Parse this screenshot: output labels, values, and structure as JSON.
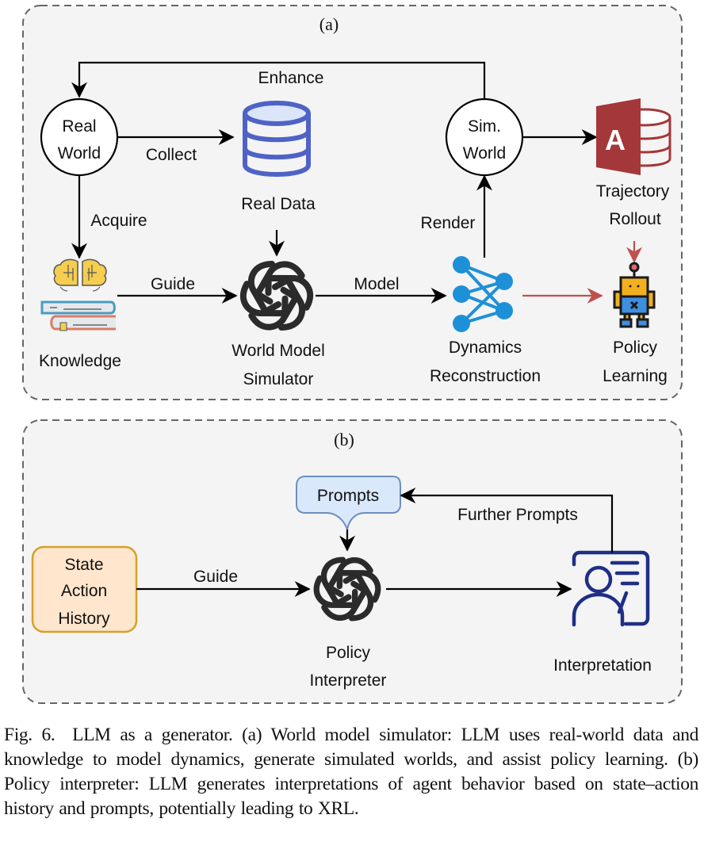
{
  "panel_a": {
    "tag": "(a)",
    "nodes": {
      "real_world": [
        "Real",
        "World"
      ],
      "sim_world": [
        "Sim.",
        "World"
      ],
      "real_data": "Real Data",
      "knowledge": "Knowledge",
      "world_model_simulator": [
        "World Model",
        "Simulator"
      ],
      "dynamics_reconstruction": [
        "Dynamics",
        "Reconstruction"
      ],
      "trajectory_rollout": [
        "Trajectory",
        "Rollout"
      ],
      "policy_learning": [
        "Policy",
        "Learning"
      ]
    },
    "edges": {
      "enhance": "Enhance",
      "collect": "Collect",
      "acquire": "Acquire",
      "guide": "Guide",
      "model": "Model",
      "render": "Render"
    },
    "icons": {
      "real_data": "database-icon",
      "trajectory_rollout": "access-database-icon",
      "knowledge": "brain-books-icon",
      "world_model_simulator": "openai-logo-icon",
      "dynamics_reconstruction": "neural-network-icon",
      "policy_learning": "robot-icon"
    }
  },
  "panel_b": {
    "tag": "(b)",
    "nodes": {
      "state_action_history": [
        "State",
        "Action",
        "History"
      ],
      "prompts": "Prompts",
      "policy_interpreter": [
        "Policy",
        "Interpreter"
      ],
      "interpretation": "Interpretation"
    },
    "edges": {
      "guide": "Guide",
      "further_prompts": "Further Prompts"
    },
    "icons": {
      "policy_interpreter": "openai-logo-icon",
      "interpretation": "user-profile-card-icon"
    }
  },
  "colors": {
    "panel_bg": "#f4f4f4",
    "panel_border": "#666666",
    "database_blue": "#4f63c6",
    "access_red": "#a4373a",
    "network_blue": "#1e90d8",
    "red_arrow": "#c0504d",
    "prompt_fill": "#dae8fc",
    "prompt_stroke": "#6c8ebf",
    "state_fill": "#ffe6cc",
    "state_stroke": "#d6a128",
    "interp_navy": "#1f2f86"
  },
  "caption": {
    "figure_label": "Fig. 6.",
    "text": "LLM as a generator. (a) World model simulator: LLM uses real-world data and knowledge to model dynamics, generate simulated worlds, and assist policy learning. (b) Policy interpreter: LLM generates interpretations of agent behavior based on state–action history and prompts, potentially leading to XRL."
  }
}
